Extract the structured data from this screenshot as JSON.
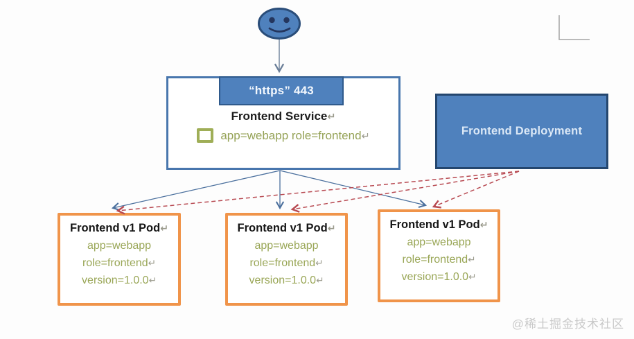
{
  "diagram": {
    "user": {
      "icon": "smiley-user"
    },
    "service": {
      "port_label": "“https” 443",
      "title": "Frontend Service",
      "title_mark": "↵",
      "selector_label": "app=webapp role=frontend",
      "selector_mark": "↵"
    },
    "deployment": {
      "title": "Frontend Deployment"
    },
    "pods": [
      {
        "title": "Frontend v1 Pod",
        "title_mark": "↵",
        "labels": [
          {
            "text": "app=webapp",
            "mark": ""
          },
          {
            "text": "role=frontend",
            "mark": "↵"
          },
          {
            "text": "version=1.0.0",
            "mark": "↵"
          }
        ]
      },
      {
        "title": "Frontend v1 Pod",
        "title_mark": "↵",
        "labels": [
          {
            "text": "app=webapp",
            "mark": ""
          },
          {
            "text": "role=frontend",
            "mark": "↵"
          },
          {
            "text": "version=1.0.0",
            "mark": "↵"
          }
        ]
      },
      {
        "title": "Frontend v1 Pod",
        "title_mark": "↵",
        "labels": [
          {
            "text": "app=webapp",
            "mark": ""
          },
          {
            "text": "role=frontend",
            "mark": "↵"
          },
          {
            "text": "version=1.0.0",
            "mark": "↵"
          }
        ]
      }
    ],
    "watermark": "@稀土掘金技术社区",
    "colors": {
      "node_blue": "#4f81bd",
      "node_blue_border": "#2f5a8c",
      "service_border": "#4876ad",
      "pod_border": "#f0944a",
      "label_olive": "#99a656",
      "arrow_blue": "#4a6f9d",
      "arrow_red": "#b84a52",
      "text_dark": "#1a1a1a",
      "watermark_gray": "#c9c9c9"
    }
  }
}
